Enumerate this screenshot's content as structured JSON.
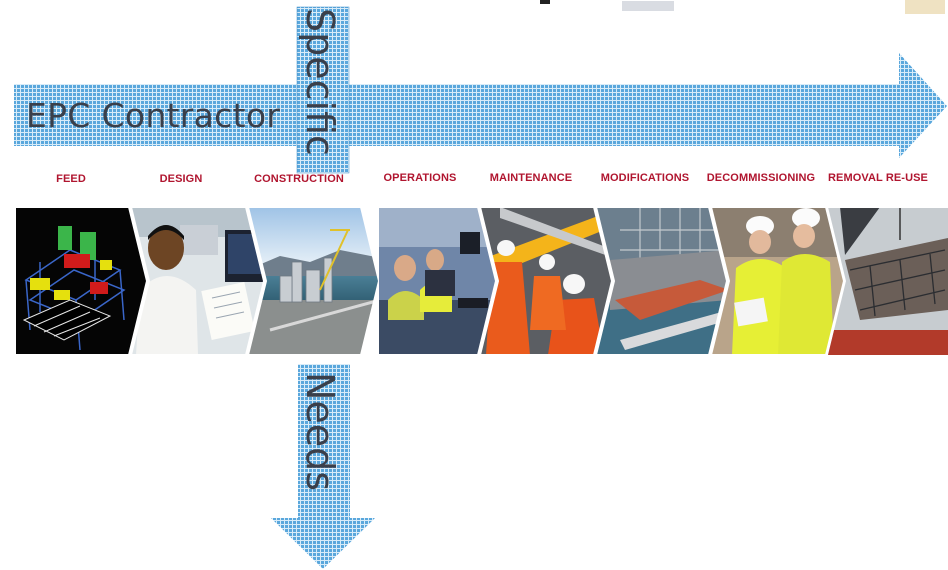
{
  "title": "EPC Contractor",
  "vertical_top_label": "Specific",
  "vertical_bottom_label": "Needs",
  "stages": [
    {
      "label": "FEED"
    },
    {
      "label": "DESIGN"
    },
    {
      "label": "CONSTRUCTION"
    },
    {
      "label": "OPERATIONS"
    },
    {
      "label": "MAINTENANCE"
    },
    {
      "label": "MODIFICATIONS"
    },
    {
      "label": "DECOMMISSIONING"
    },
    {
      "label": "REMOVAL RE-USE"
    }
  ],
  "colors": {
    "arrow_fill": "#5aa7dc",
    "arrow_grid": "#d8ecf9",
    "stage_label": "#b0152f",
    "title_text": "#3a3f4a"
  },
  "icons": [
    "feed-3d-model-image",
    "design-engineer-image",
    "construction-plant-image",
    "operations-control-room-image",
    "maintenance-offshore-workers-image",
    "modifications-platform-image",
    "decommissioning-engineers-image",
    "removal-crane-lift-image"
  ]
}
